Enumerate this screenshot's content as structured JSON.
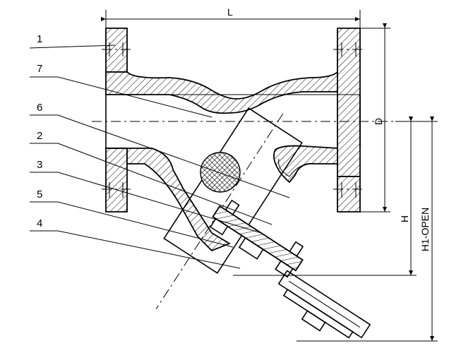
{
  "callouts": [
    "1",
    "7",
    "6",
    "2",
    "3",
    "5",
    "4"
  ],
  "dimensions": {
    "length": "L",
    "diameter": "D",
    "height": "H",
    "height_open": "H1-OPEN"
  }
}
